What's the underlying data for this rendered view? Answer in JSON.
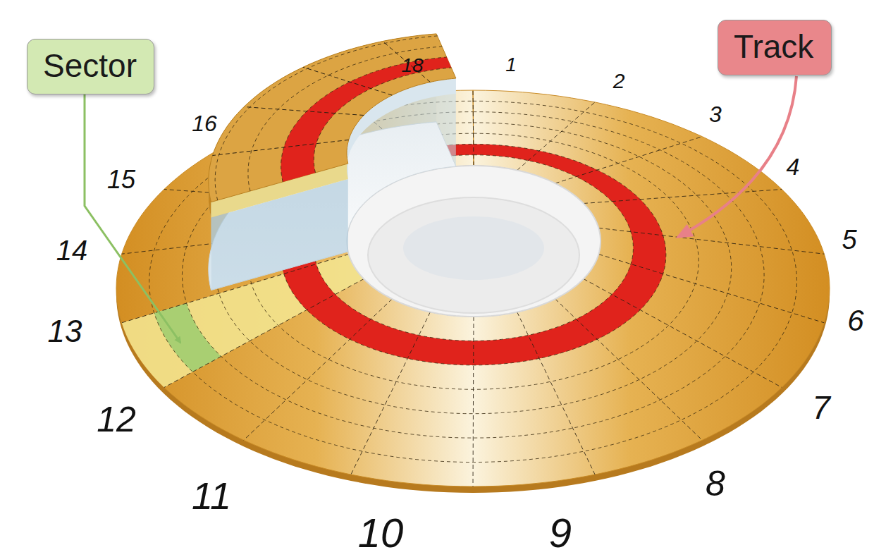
{
  "diagram": {
    "nodes": [
      {
        "text": [
          "Sector"
        ]
      },
      {
        "text": [
          "Track"
        ]
      }
    ],
    "labels": [
      "18",
      "1",
      "2",
      "3",
      "4",
      "5",
      "6",
      "7",
      "8",
      "9",
      "10",
      "11",
      "12",
      "13",
      "14",
      "15",
      "16"
    ]
  }
}
